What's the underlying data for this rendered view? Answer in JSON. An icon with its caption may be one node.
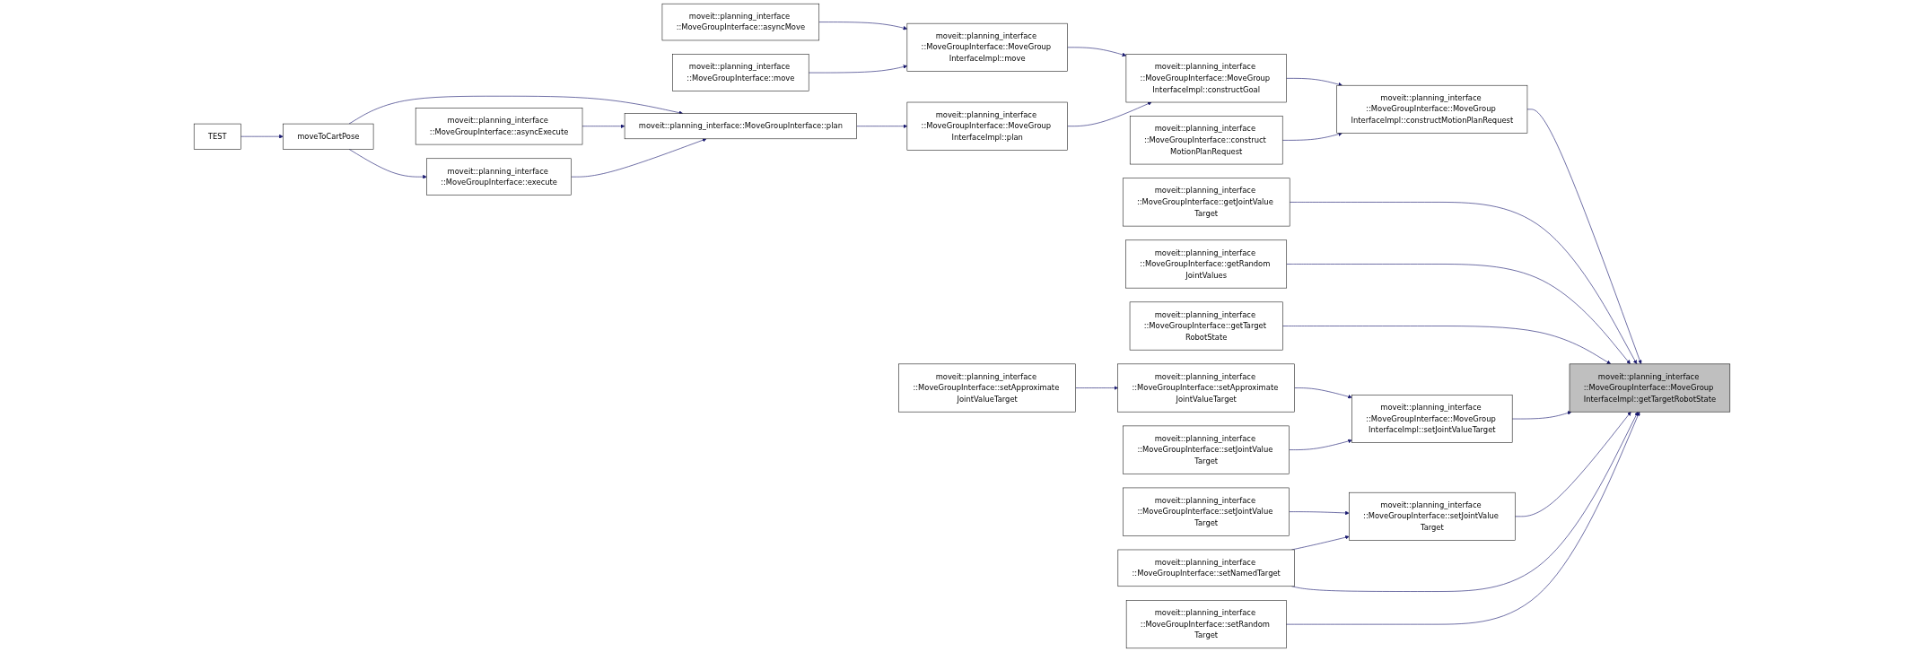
{
  "diagram": {
    "nodes": [
      {
        "text": [
          "TEST"
        ]
      },
      {
        "text": [
          "moveToCartPose"
        ]
      },
      {
        "text": [
          "moveit::planning_interface ::MoveGroupInterface::asyncExecute"
        ]
      },
      {
        "text": [
          "moveit::planning_interface ::MoveGroupInterface::execute"
        ]
      },
      {
        "text": [
          "moveit::planning_interface::MoveGroupInterface::plan"
        ]
      },
      {
        "text": [
          "moveit::planning_interface ::MoveGroupInterface::asyncMove"
        ]
      },
      {
        "text": [
          "moveit::planning_interface ::MoveGroupInterface::move"
        ]
      },
      {
        "text": [
          "moveit::planning_interface ::MoveGroupInterface::MoveGroup InterfaceImpl::move"
        ]
      },
      {
        "text": [
          "moveit::planning_interface ::MoveGroupInterface::MoveGroup InterfaceImpl::plan"
        ]
      },
      {
        "text": [
          "moveit::planning_interface ::MoveGroupInterface::MoveGroup InterfaceImpl::constructGoal"
        ]
      },
      {
        "text": [
          "moveit::planning_interface ::MoveGroupInterface::construct MotionPlanRequest"
        ]
      },
      {
        "text": [
          "moveit::planning_interface ::MoveGroupInterface::MoveGroup InterfaceImpl::constructMotionPlanRequest"
        ]
      },
      {
        "text": [
          "moveit::planning_interface ::MoveGroupInterface::getJointValue Target"
        ]
      },
      {
        "text": [
          "moveit::planning_interface ::MoveGroupInterface::getRandom JointValues"
        ]
      },
      {
        "text": [
          "moveit::planning_interface ::MoveGroupInterface::getTarget RobotState"
        ]
      },
      {
        "text": [
          "moveit::planning_interface ::MoveGroupInterface::setApproximate JointValueTarget"
        ]
      },
      {
        "text": [
          "moveit::planning_interface ::MoveGroupInterface::setApproximate JointValueTarget"
        ]
      },
      {
        "text": [
          "moveit::planning_interface ::MoveGroupInterface::setJointValue Target"
        ]
      },
      {
        "text": [
          "moveit::planning_interface ::MoveGroupInterface::MoveGroup InterfaceImpl::setJointValueTarget"
        ]
      },
      {
        "text": [
          "moveit::planning_interface ::MoveGroupInterface::setJointValue Target"
        ]
      },
      {
        "text": [
          "moveit::planning_interface ::MoveGroupInterface::setNamedTarget"
        ]
      },
      {
        "text": [
          "moveit::planning_interface ::MoveGroupInterface::setJointValue Target"
        ]
      },
      {
        "text": [
          "moveit::planning_interface ::MoveGroupInterface::setRandom Target"
        ]
      },
      {
        "text": [
          "moveit::planning_interface ::MoveGroupInterface::MoveGroup InterfaceImpl::getTargetRobotState"
        ]
      }
    ],
    "edges": [
      {
        "from": 0,
        "to": 1,
        "arrow": "to"
      },
      {
        "from": 1,
        "to": 3,
        "arrow": "to"
      },
      {
        "from": 1,
        "to": 4,
        "arrow": "to"
      },
      {
        "from": 2,
        "to": 4,
        "arrow": "to"
      },
      {
        "from": 3,
        "to": 4,
        "arrow": "to"
      },
      {
        "from": 5,
        "to": 7,
        "arrow": "to"
      },
      {
        "from": 6,
        "to": 7,
        "arrow": "to"
      },
      {
        "from": 4,
        "to": 8,
        "arrow": "to"
      },
      {
        "from": 7,
        "to": 9,
        "arrow": "to"
      },
      {
        "from": 8,
        "to": 9,
        "arrow": "to"
      },
      {
        "from": 9,
        "to": 11,
        "arrow": "to"
      },
      {
        "from": 10,
        "to": 11,
        "arrow": "to"
      },
      {
        "from": 11,
        "to": 23,
        "arrow": "to"
      },
      {
        "from": 12,
        "to": 23,
        "arrow": "to"
      },
      {
        "from": 13,
        "to": 23,
        "arrow": "to"
      },
      {
        "from": 14,
        "to": 23,
        "arrow": "to"
      },
      {
        "from": 15,
        "to": 16,
        "arrow": "to"
      },
      {
        "from": 16,
        "to": 18,
        "arrow": "to"
      },
      {
        "from": 17,
        "to": 18,
        "arrow": "to"
      },
      {
        "from": 18,
        "to": 23,
        "arrow": "to"
      },
      {
        "from": 19,
        "to": 21,
        "arrow": "to"
      },
      {
        "from": 20,
        "to": 21,
        "arrow": "to"
      },
      {
        "from": 21,
        "to": 23,
        "arrow": "to"
      },
      {
        "from": 20,
        "to": 23,
        "arrow": "to"
      },
      {
        "from": 22,
        "to": 23,
        "arrow": "to"
      }
    ]
  }
}
